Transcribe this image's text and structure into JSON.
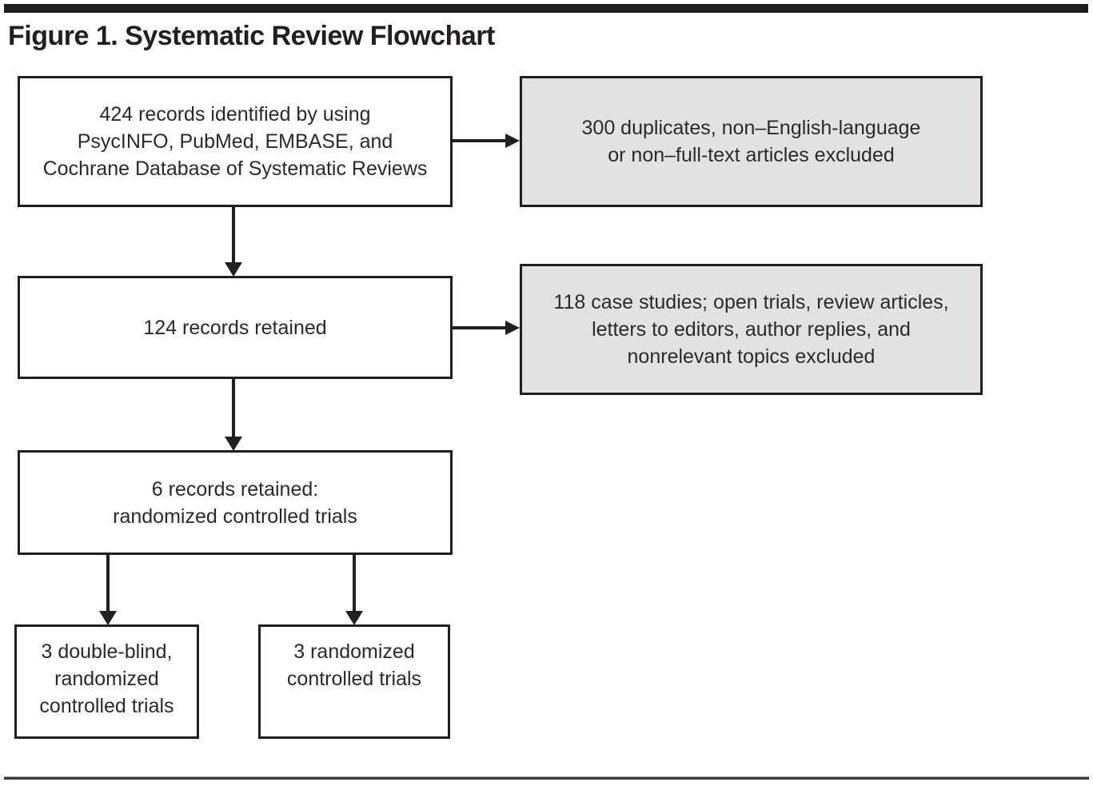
{
  "figure": {
    "title": "Figure 1. Systematic Review Flowchart"
  },
  "colors": {
    "line_color": "#231f20",
    "box_fill_white": "#ffffff",
    "box_fill_gray": "#e2e2e2",
    "text_color": "#2b2a2a"
  },
  "flowchart": {
    "nodes": {
      "identified": {
        "fill": "white",
        "full_text": "424 records identified by using PsycINFO, PubMed, EMBASE, and Cochrane Database of Systematic Reviews",
        "lines": [
          "424 records identified by using",
          "PsycINFO, PubMed, EMBASE, and",
          "Cochrane Database of Systematic Reviews"
        ]
      },
      "excluded_duplicates": {
        "fill": "gray",
        "full_text": "300 duplicates, non–English-language or non–full-text articles excluded",
        "lines": [
          "300 duplicates, non–English-language",
          "or non–full-text articles excluded"
        ]
      },
      "retained_124": {
        "fill": "white",
        "full_text": "124 records retained",
        "lines": [
          "124 records retained"
        ]
      },
      "excluded_other": {
        "fill": "gray",
        "full_text": "118 case studies; open trials, review articles, letters to editors, author replies, and nonrelevant topics excluded",
        "lines": [
          "118 case studies; open trials, review articles,",
          "letters to editors, author replies, and",
          "nonrelevant topics excluded"
        ]
      },
      "retained_6": {
        "fill": "white",
        "full_text": "6 records retained: randomized controlled trials",
        "lines": [
          "6 records retained:",
          "randomized controlled trials"
        ]
      },
      "double_blind_rct": {
        "fill": "white",
        "full_text": "3 double-blind, randomized controlled trials",
        "lines": [
          "3 double-blind,",
          "randomized",
          "controlled trials"
        ]
      },
      "randomized_ct": {
        "fill": "white",
        "full_text": "3 randomized controlled trials",
        "lines": [
          "3 randomized",
          "controlled trials"
        ]
      }
    },
    "edges": [
      {
        "from": "identified",
        "to": "excluded_duplicates",
        "direction": "right"
      },
      {
        "from": "identified",
        "to": "retained_124",
        "direction": "down"
      },
      {
        "from": "retained_124",
        "to": "excluded_other",
        "direction": "right"
      },
      {
        "from": "retained_124",
        "to": "retained_6",
        "direction": "down"
      },
      {
        "from": "retained_6",
        "to": "double_blind_rct",
        "direction": "down"
      },
      {
        "from": "retained_6",
        "to": "randomized_ct",
        "direction": "down"
      }
    ]
  }
}
